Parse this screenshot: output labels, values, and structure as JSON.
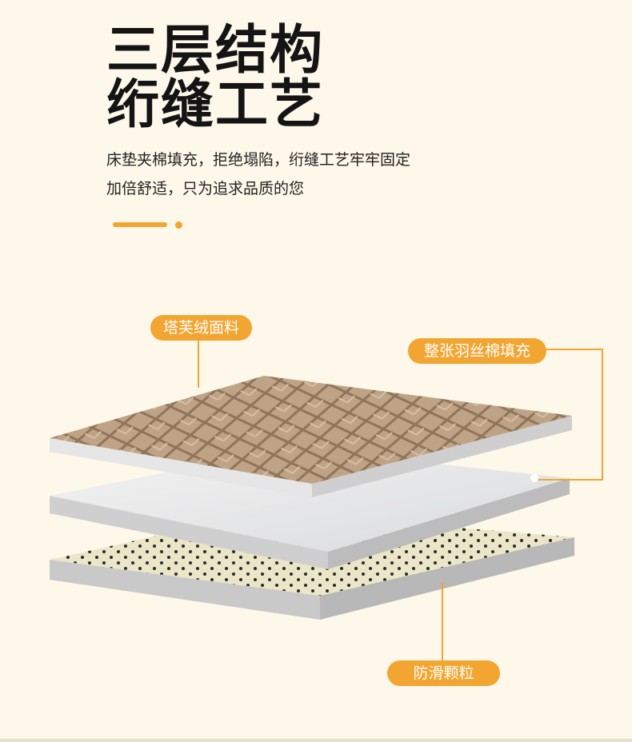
{
  "headline": {
    "line1": "三层结构",
    "line2": "绗缝工艺"
  },
  "description": {
    "line1": "床垫夹棉填充，拒绝塌陷，绗缝工艺牢牢固定",
    "line2": "加倍舒适，只为追求品质的您"
  },
  "labels": {
    "top_layer": "塔芙绒面料",
    "middle_layer": "整张羽丝棉填充",
    "bottom_layer": "防滑颗粒"
  },
  "colors": {
    "accent": "#f3a531",
    "background": "#fdf8ea"
  }
}
